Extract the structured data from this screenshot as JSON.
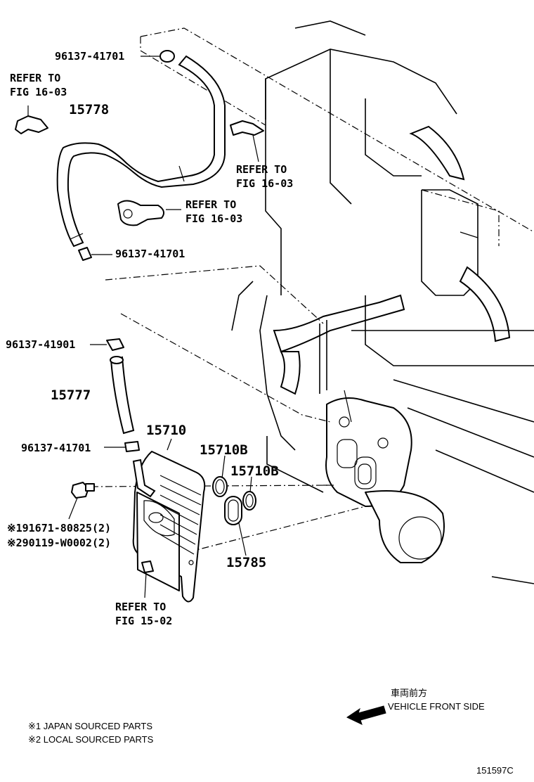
{
  "labels": {
    "clamp_top": "96137-41701",
    "refer_top_left_1": "REFER TO",
    "refer_top_left_2": "FIG 16-03",
    "hose_upper": "15778",
    "refer_mid_right_1": "REFER TO",
    "refer_mid_right_2": "FIG 16-03",
    "refer_center_1": "REFER TO",
    "refer_center_2": "FIG 16-03",
    "clamp_mid": "96137-41701",
    "clamp_41901": "96137-41901",
    "hose_lower": "15777",
    "clamp_lower": "96137-41701",
    "cooler": "15710",
    "gasket_b1": "15710B",
    "gasket_b2": "15710B",
    "bolt_1": "※191671-80825(2)",
    "bolt_2": "※290119-W0002(2)",
    "oring": "15785",
    "refer_bottom_1": "REFER TO",
    "refer_bottom_2": "FIG 15-02"
  },
  "direction": {
    "jp": "車両前方",
    "en": "VEHICLE FRONT SIDE"
  },
  "notes": {
    "note_1": "※1 JAPAN SOURCED PARTS",
    "note_2": "※2 LOCAL SOURCED PARTS"
  },
  "figure_id": "151597C"
}
